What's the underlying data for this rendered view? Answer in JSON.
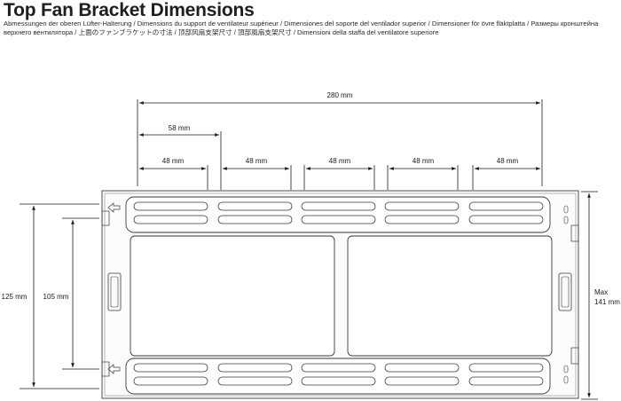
{
  "header": {
    "title": "Top Fan Bracket Dimensions",
    "subtitle": "Abmessungen der oberen Lüfter-Halterung / Dimensions du support de ventilateur supérieur / Dimensiones del soporte del ventilador superior / Dimensioner för övre fläktplatta / Размеры кронштейна верхнего вентилятора / 上面のファンブラケットの寸法 / 顶部风扇支架尺寸 / 頂部風扇支架尺寸 / Dimensioni della staffa del ventilatore superiore"
  },
  "dimensions": {
    "overall_width": "280 mm",
    "offset": "58 mm",
    "slot_widths": [
      "48 mm",
      "48 mm",
      "48 mm",
      "48 mm",
      "48 mm"
    ],
    "outer_height": "125 mm",
    "inner_height": "105 mm",
    "max_height_line1": "Max",
    "max_height_line2": "141 mm"
  }
}
